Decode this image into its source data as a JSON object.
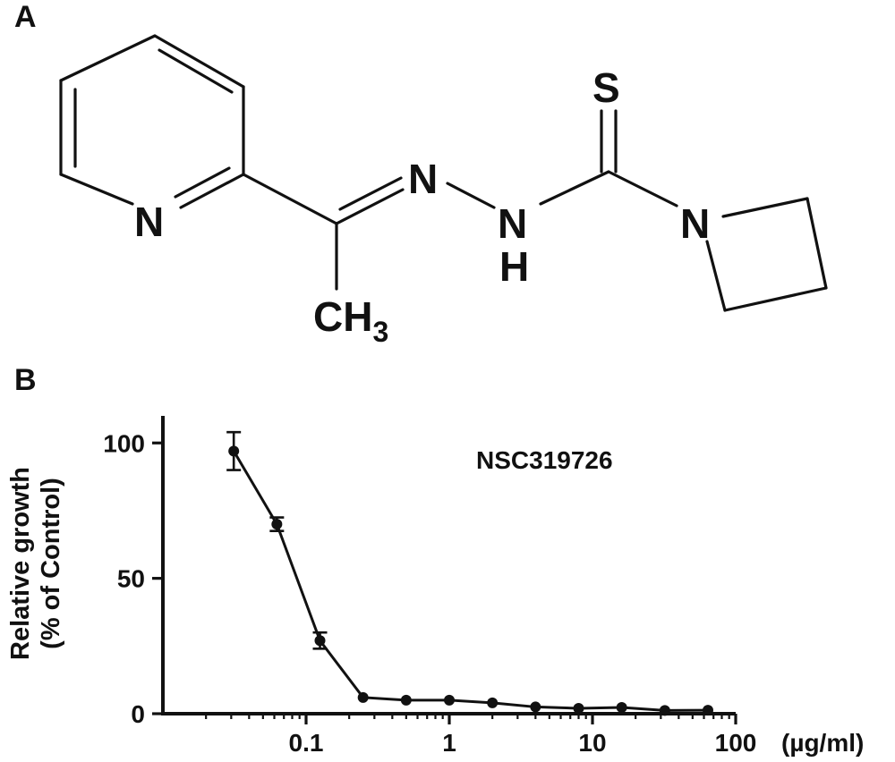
{
  "panels": {
    "a_label": "A",
    "b_label": "B"
  },
  "structure": {
    "atoms": {
      "pyridine_n": "N",
      "imine_n": "N",
      "hydrazine_n": "N",
      "hydrazine_h": "H",
      "thione_s": "S",
      "azetidine_n": "N",
      "methyl_c": "CH",
      "methyl_sub": "3"
    }
  },
  "chart_data": {
    "type": "line",
    "title": "",
    "series_label": "NSC319726",
    "xlabel": "(µg/ml)",
    "ylabel_line1": "Relative growth",
    "ylabel_line2": "(% of Control)",
    "xscale": "log",
    "xlim": [
      0.01,
      100
    ],
    "ylim": [
      0,
      110
    ],
    "x_ticks": [
      0.1,
      1,
      10,
      100
    ],
    "x_tick_labels": [
      "0.1",
      "1",
      "10",
      "100"
    ],
    "y_ticks": [
      0,
      50,
      100
    ],
    "y_tick_labels": [
      "0",
      "50",
      "100"
    ],
    "grid": false,
    "legend": "none",
    "series": [
      {
        "x": [
          0.03125,
          0.0625,
          0.125,
          0.25,
          0.5,
          1,
          2,
          4,
          8,
          16,
          32,
          64
        ],
        "values": [
          97,
          70,
          27,
          6,
          5,
          5,
          4,
          2.5,
          2,
          2.3,
          1.2,
          1.3
        ],
        "errors": [
          7,
          2.5,
          3,
          0,
          0,
          0,
          0,
          0,
          0,
          0,
          0,
          0
        ]
      }
    ]
  }
}
